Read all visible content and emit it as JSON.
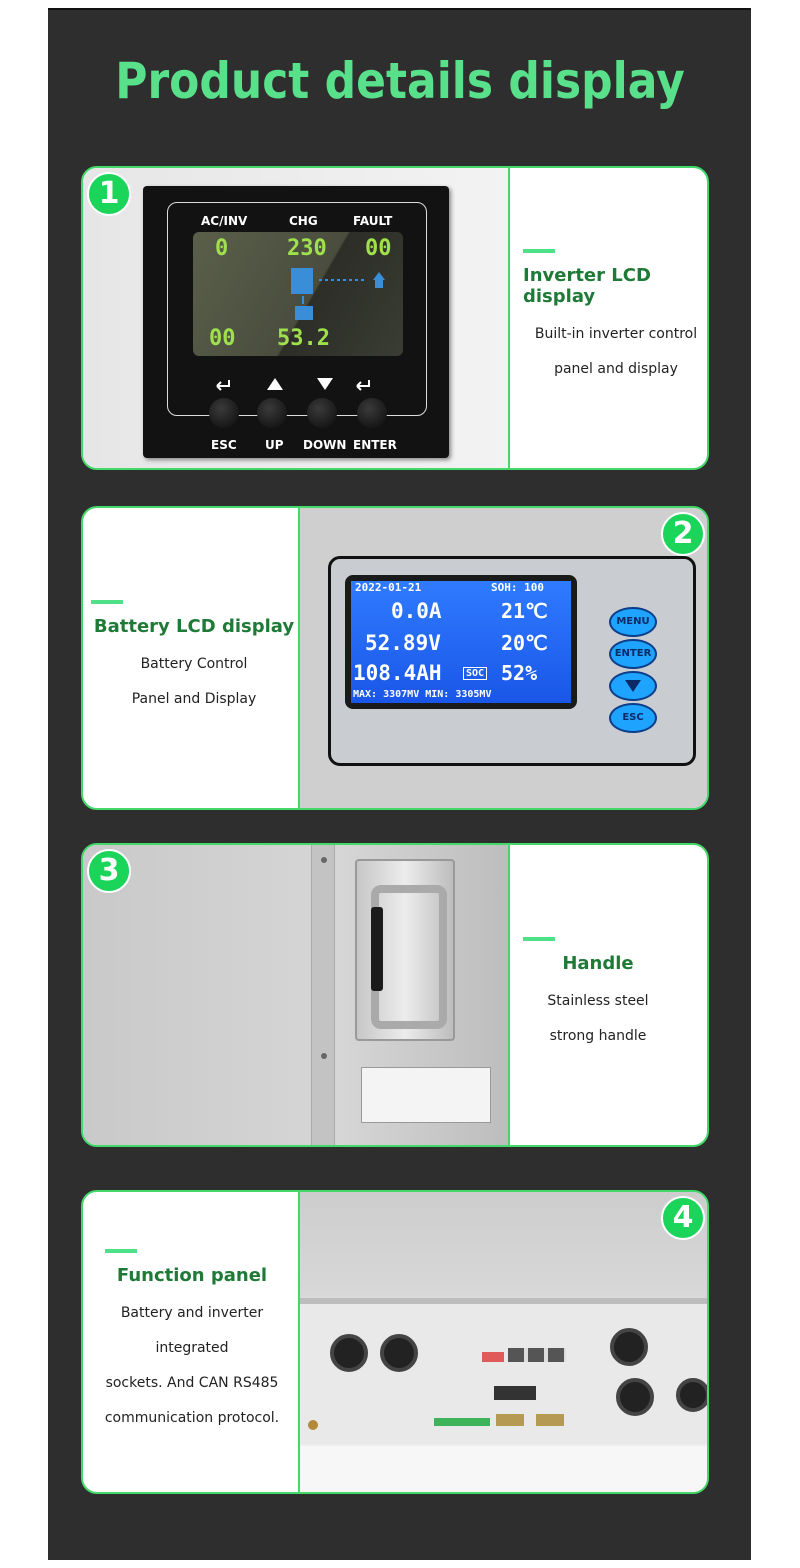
{
  "page": {
    "title": "Product details display"
  },
  "cards": [
    {
      "number": "1",
      "title": "Inverter LCD display",
      "desc_line1": "Built-in inverter control",
      "desc_line2": "panel and display"
    },
    {
      "number": "2",
      "title": "Battery LCD display",
      "desc_line1": "Battery Control",
      "desc_line2": "Panel and Display"
    },
    {
      "number": "3",
      "title": "Handle",
      "desc_line1": "Stainless steel",
      "desc_line2": "strong handle"
    },
    {
      "number": "4",
      "title": "Function panel",
      "desc_line1": "Battery and inverter integrated",
      "desc_line2": "sockets. And CAN RS485",
      "desc_line3": "communication protocol."
    }
  ],
  "inverter": {
    "labels": {
      "ac_inv": "AC/INV",
      "chg": "CHG",
      "fault": "FAULT"
    },
    "lcd": {
      "top_left": "0",
      "top_mid": "230",
      "top_right": "00",
      "bottom_left": "00",
      "bottom_mid": "53.2"
    },
    "buttons": {
      "esc": "ESC",
      "up": "UP",
      "down": "DOWN",
      "enter": "ENTER"
    }
  },
  "battery_lcd": {
    "date": "2022-01-21",
    "soh": "SOH: 100",
    "current": "0.0A",
    "temp1": "21℃",
    "voltage": "52.89V",
    "temp2": "20℃",
    "capacity": "108.4AH",
    "soc_label": "SOC",
    "soc": "52%",
    "minmax": "MAX: 3307MV  MIN: 3305MV",
    "buttons": {
      "menu": "MENU",
      "enter": "ENTER",
      "esc": "ESC"
    }
  }
}
